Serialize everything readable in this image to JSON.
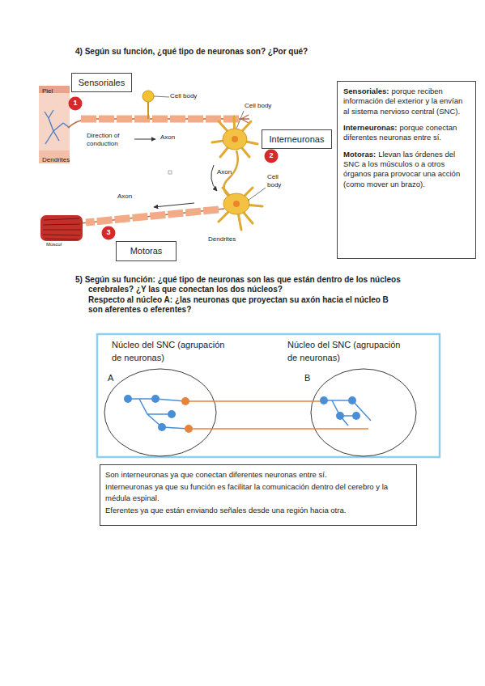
{
  "diagram": {
    "nodes": [
      {
        "text": [
          "Sensoriales"
        ]
      },
      {
        "text": [
          "Sensoriales:",
          "porque reciben información del exterior y la envían al sistema nervioso central (SNC).",
          "Interneuronas:",
          "porque conectan diferentes neuronas entre sí.",
          "Motoras:",
          "Llevan las órdenes del SNC a los músculos o a otros órganos para provocar una acción (como mover un brazo)."
        ]
      },
      {
        "text": [
          "Interneuronas"
        ]
      },
      {
        "text": [
          "Motoras"
        ]
      },
      {
        "text": [
          "Núcleo del SNC (agrupación de neuronas)",
          "A"
        ]
      },
      {
        "text": [
          "Núcleo del SNC (agrupación de neuronas)",
          "B"
        ]
      },
      {
        "text": [
          "Son interneuronas ya que conectan diferentes neuronas entre sí.",
          "Interneuronas ya que su función es facilitar la comunicación dentro del cerebro y la médula espinal.",
          "Eferentes ya que están enviando señales desde una región hacia otra."
        ]
      }
    ],
    "edges": [
      {
        "from": 4,
        "to": 5,
        "arrow": "none"
      },
      {
        "from": 4,
        "to": 5,
        "arrow": "none"
      }
    ],
    "labels": [
      "4) Según su función, ¿qué tipo de neuronas son? ¿Por qué?",
      "Piel",
      "Cell body",
      "Direction of conduction",
      "Axon",
      "Dendrites",
      "1",
      "Cell body",
      "2",
      "Axon",
      "Cell body",
      "Axon",
      "Dendrites",
      "3",
      "Múscul",
      "5) Según su función: ¿qué tipo de neuronas son las que están dentro de los núcleos cerebrales? ¿Y las que conectan los dos núcleos?",
      "Respecto al núcleo A: ¿las neuronas que proyectan su axón hacia el núcleo B son aferentes o eferentes?"
    ]
  }
}
